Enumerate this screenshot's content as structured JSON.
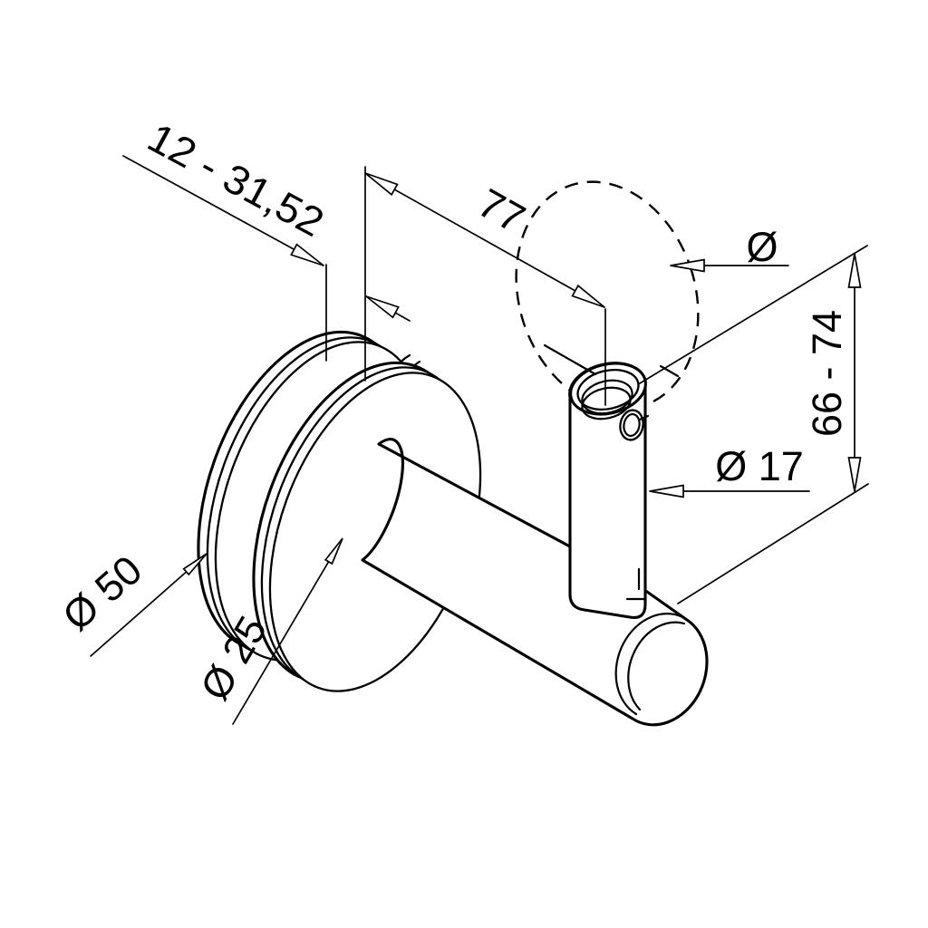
{
  "meta": {
    "title": "Handrail bracket dimensional drawing",
    "background_color": "#ffffff",
    "line_color": "#000000"
  },
  "dimensions": {
    "glass_thickness": {
      "label": "12 - 31,52"
    },
    "wall_offset": {
      "label": "77"
    },
    "handrail_diameter": {
      "label": "Ø"
    },
    "height_range": {
      "label": "66 - 74"
    },
    "pin_diameter": {
      "label": "Ø 17"
    },
    "flange_diameter": {
      "label": "Ø 50"
    },
    "stem_diameter": {
      "label": "Ø 25"
    }
  }
}
